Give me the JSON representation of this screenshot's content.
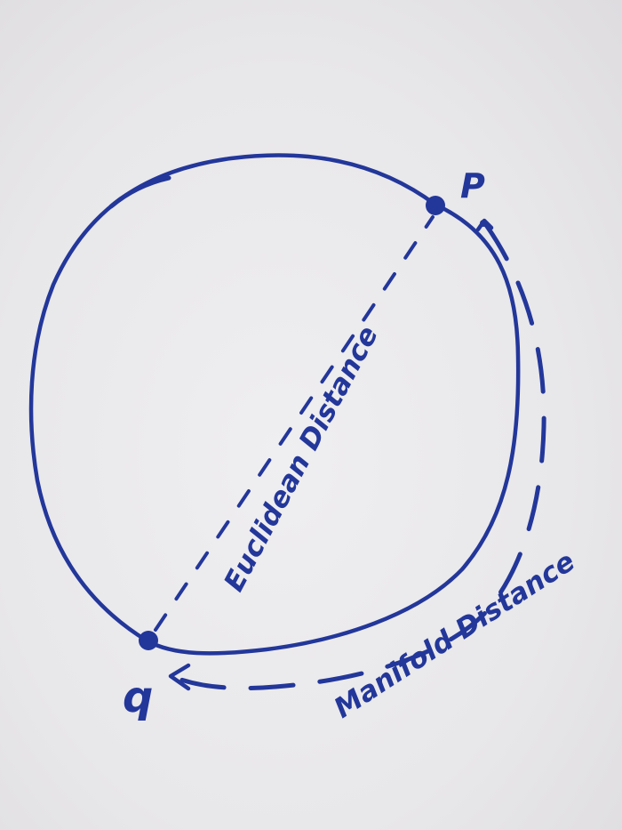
{
  "diagram": {
    "point_p_label": "P",
    "point_q_label": "q",
    "euclidean_label": "Euclidean Distance",
    "manifold_label": "Manifold Distance"
  },
  "colors": {
    "ink": "#23379a",
    "paper": "#e9e8ea"
  },
  "icons": {
    "arrowheads": "arrow-icon"
  }
}
